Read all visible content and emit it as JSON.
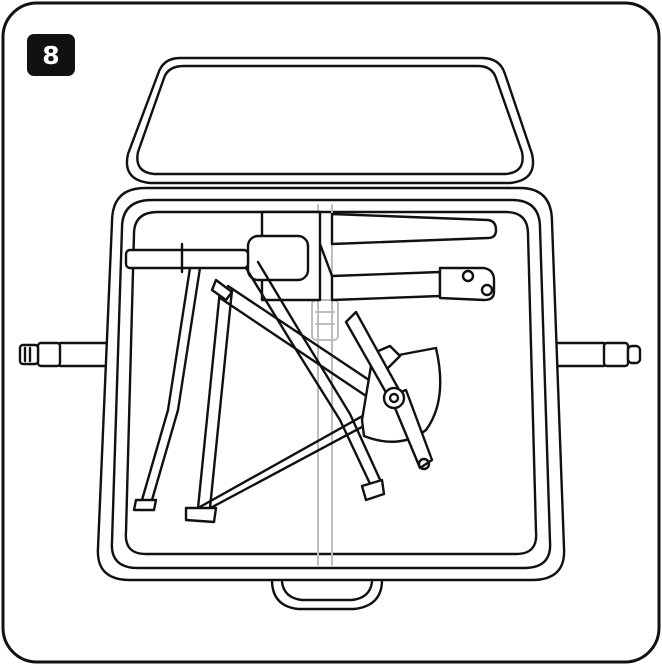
{
  "step": {
    "number": "8"
  },
  "colors": {
    "line": "#111111",
    "fill": "#ffffff",
    "badge": "#111111",
    "badge_text": "#ffffff",
    "strap": "#c8c8c8"
  },
  "illustration": {
    "items": [
      "bike-case",
      "case-lid",
      "frame",
      "fork",
      "crankarm",
      "chainring-guard",
      "strap",
      "buckle",
      "handle"
    ]
  }
}
